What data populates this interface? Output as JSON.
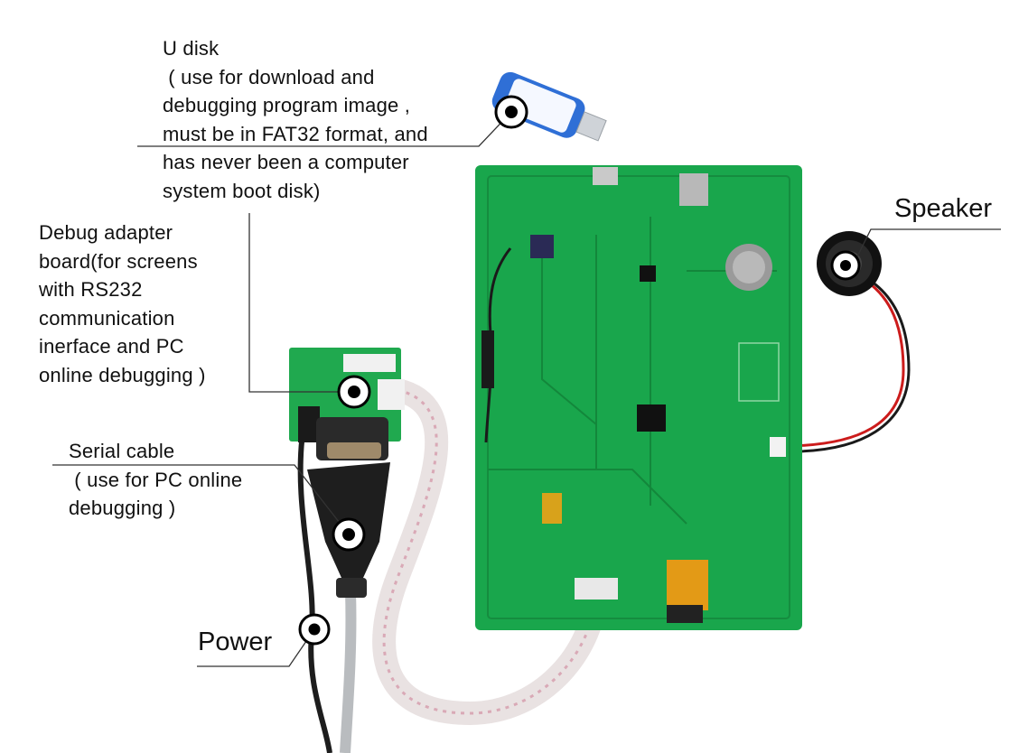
{
  "labels": {
    "udisk": "U disk\n ( use for download and\ndebugging program image ,\nmust be in FAT32 format, and\nhas never been a computer\nsystem boot disk)",
    "debug_adapter": "Debug adapter\nboard(for screens\nwith RS232\ncommunication\ninerface and PC\nonline debugging )",
    "serial_cable": "Serial cable\n ( use for PC online\ndebugging )",
    "power": "Power",
    "speaker": "Speaker"
  }
}
